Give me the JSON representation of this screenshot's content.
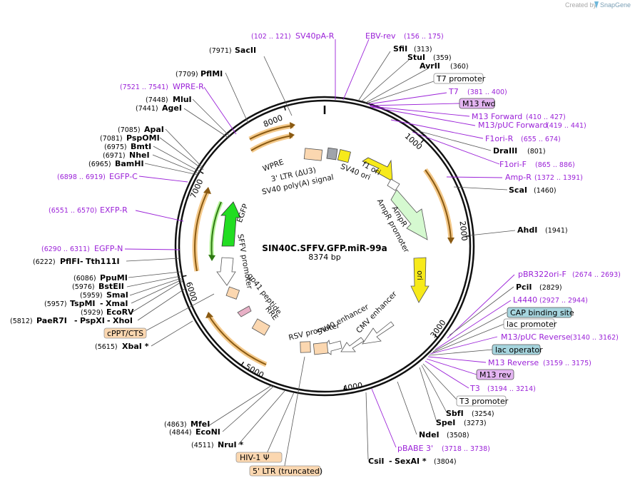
{
  "credit": "Created by",
  "brand": "SnapGene",
  "plasmid": {
    "name": "SIN40C.SFFV.GFP.miR-99a",
    "size": "8374 bp"
  },
  "ticks": [
    "1000",
    "2000",
    "3000",
    "4000",
    "5000",
    "6000",
    "7000",
    "8000"
  ],
  "features": {
    "wpre": "WPRE",
    "ltr3": "3' LTR (ΔU3)",
    "sv40polya": "SV40 poly(A) signal",
    "sv40ori": "SV40 ori",
    "f1ori": "f1 ori",
    "ampr": "AmpR",
    "ampr_promoter": "AmpR promoter",
    "ori": "ori",
    "cmv": "CMV enhancer",
    "sv40enh": "SV40 enhancer",
    "rsv": "RSV promoter",
    "rre": "RRE",
    "gp41": "gp41 peptide",
    "sffv": "SFFV promoter",
    "egfp": "EGFP"
  },
  "sites": {
    "sacii": "SacII",
    "sacii_pos": "(7971)",
    "pflmi": "PflMI",
    "pflmi_pos": "(7709)",
    "wpre_r": "WPRE-R",
    "wpre_r_pos": "(7521 .. 7541)",
    "mlui": "MluI",
    "mlui_pos": "(7448)",
    "agei": "AgeI",
    "agei_pos": "(7441)",
    "apai": "ApaI",
    "apai_pos": "(7085)",
    "pspomi": "PspOMI",
    "pspomi_pos": "(7081)",
    "bmti": "BmtI",
    "bmti_pos": "(6975)",
    "nhei": "NheI",
    "nhei_pos": "(6971)",
    "bamhi": "BamHI",
    "bamhi_pos": "(6965)",
    "egfp_c": "EGFP-C",
    "egfp_c_pos": "(6898 .. 6919)",
    "exfp_r": "EXFP-R",
    "exfp_r_pos": "(6551 .. 6570)",
    "egfp_n": "EGFP-N",
    "egfp_n_pos": "(6290 .. 6311)",
    "pflfi": "PflFI",
    "tth111i": "Tth111I",
    "pflfi_pos": "(6222)",
    "ppumi": "PpuMI",
    "ppumi_pos": "(6086)",
    "bsteii": "BstEII",
    "bsteii_pos": "(5976)",
    "smai": "SmaI",
    "smai_pos": "(5959)",
    "tspmi": "TspMI",
    "xmai": "XmaI",
    "tspmi_pos": "(5957)",
    "ecorv": "EcoRV",
    "ecorv_pos": "(5929)",
    "paer7i": "PaeR7I",
    "pspxi": "PspXI",
    "xhoi": "XhoI",
    "paer7i_pos": "(5812)",
    "cppt": "cPPT/CTS",
    "xbai": "XbaI *",
    "xbai_pos": "(5615)",
    "sv40pa_r": "SV40pA-R",
    "sv40pa_r_pos": "(102 .. 121)",
    "ebv_rev": "EBV-rev",
    "ebv_rev_pos": "(156 .. 175)",
    "sfii": "SfiI",
    "sfii_pos": "(313)",
    "stui": "StuI",
    "stui_pos": "(359)",
    "avrii": "AvrII",
    "avrii_pos": "(360)",
    "t7promoter": "T7 promoter",
    "t7": "T7",
    "t7_pos": "(381 .. 400)",
    "m13fwd": "M13 fwd",
    "m13forward": "M13 Forward",
    "m13forward_pos": "(410 .. 427)",
    "m13puc_fwd": "M13/pUC Forward",
    "m13puc_fwd_pos": "(419 .. 441)",
    "f1ori_r": "F1ori-R",
    "f1ori_r_pos": "(655 .. 674)",
    "draiii": "DraIII",
    "draiii_pos": "(801)",
    "f1ori_f": "F1ori-F",
    "f1ori_f_pos": "(865 .. 886)",
    "amp_r": "Amp-R",
    "amp_r_pos": "(1372 .. 1391)",
    "scai": "ScaI",
    "scai_pos": "(1460)",
    "ahdi": "AhdI",
    "ahdi_pos": "(1941)",
    "pbr322": "pBR322ori-F",
    "pbr322_pos": "(2674 .. 2693)",
    "pcii": "PciI",
    "pcii_pos": "(2829)",
    "l4440": "L4440",
    "l4440_pos": "(2927 .. 2944)",
    "cap": "CAP binding site",
    "lacpromoter": "lac promoter",
    "m13puc_rev": "M13/pUC Reverse",
    "m13puc_rev_pos": "(3140 .. 3162)",
    "lacop": "lac operator",
    "m13reverse": "M13 Reverse",
    "m13reverse_pos": "(3159 .. 3175)",
    "m13rev": "M13 rev",
    "t3": "T3",
    "t3_pos": "(3194 .. 3214)",
    "t3promoter": "T3 promoter",
    "sbfi": "SbfI",
    "sbfi_pos": "(3254)",
    "spei": "SpeI",
    "spei_pos": "(3273)",
    "ndei": "NdeI",
    "ndei_pos": "(3508)",
    "pbabe3": "pBABE 3'",
    "pbabe3_pos": "(3718 .. 3738)",
    "csii": "CsiI",
    "sexai": "SexAI *",
    "csii_pos": "(3804)",
    "mfei": "MfeI",
    "mfei_pos": "(4863)",
    "econi": "EcoNI",
    "econi_pos": "(4844)",
    "nrui": "NruI *",
    "nrui_pos": "(4511)",
    "hiv1": "HIV-1 Ψ",
    "ltr5": "5' LTR (truncated)"
  }
}
